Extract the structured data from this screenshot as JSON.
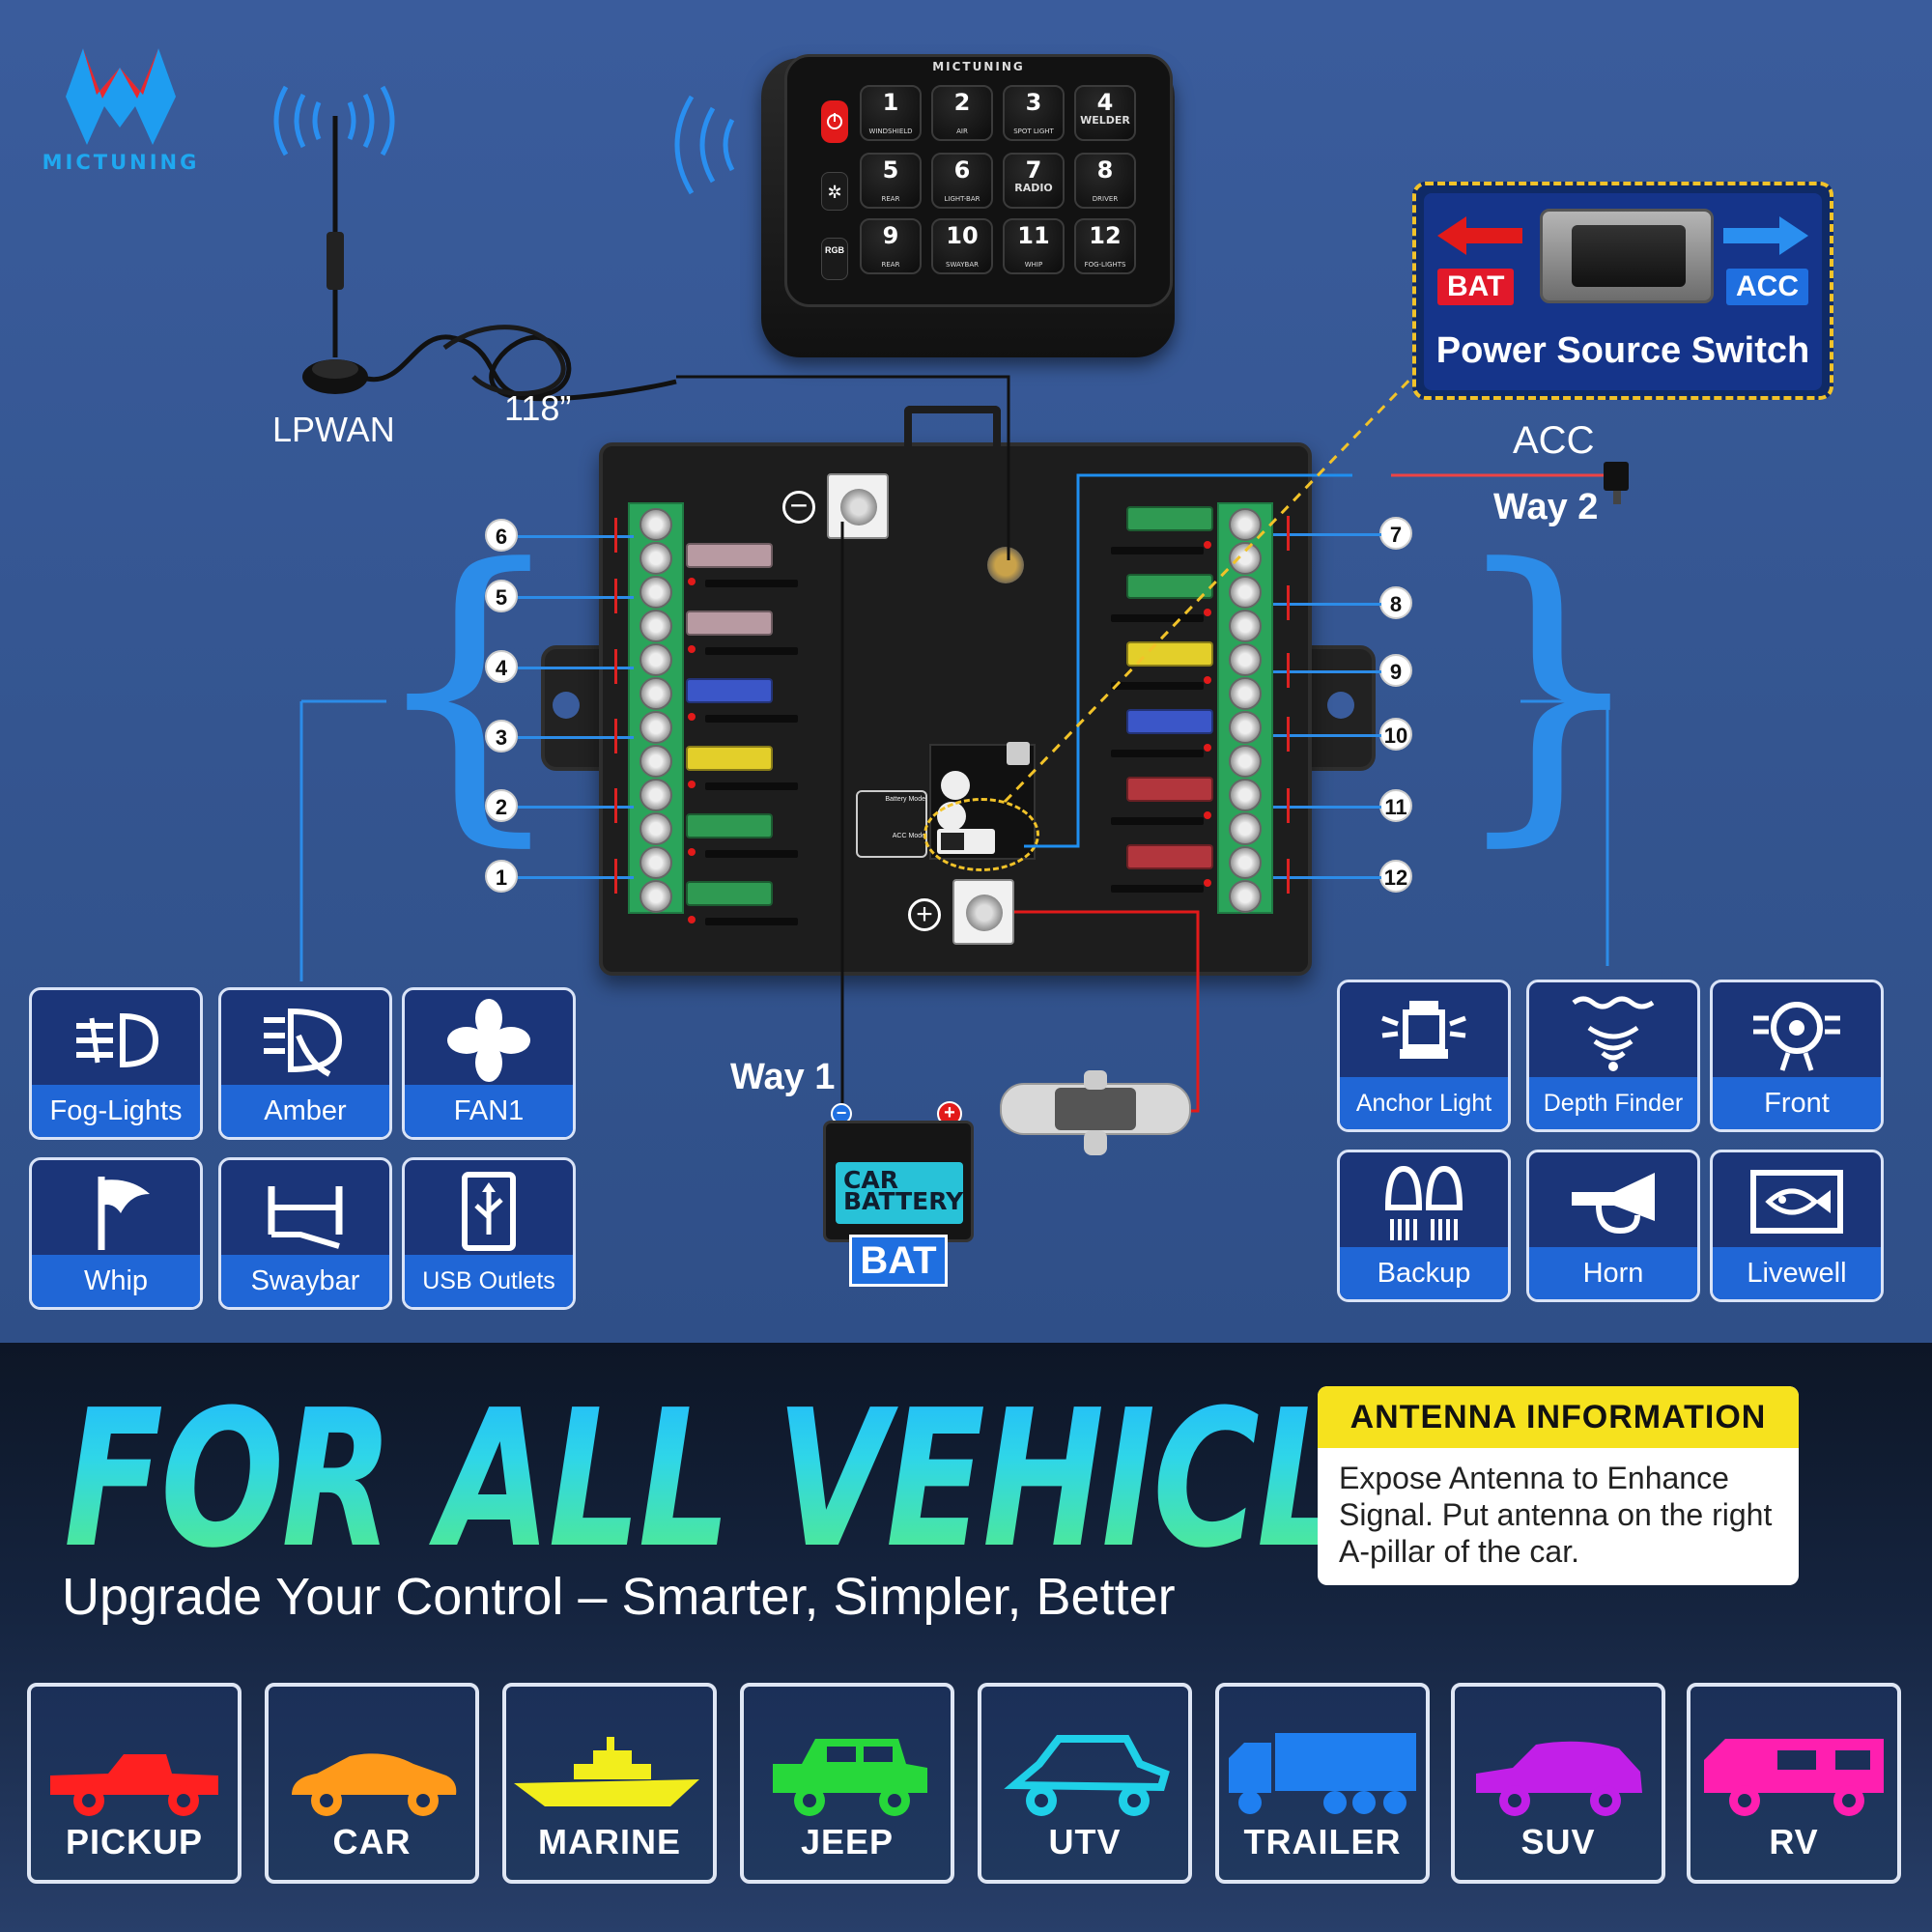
{
  "brand": {
    "logo_text": "MICTUNING",
    "remote_brand": "MICTUNING"
  },
  "remote": {
    "buttons": [
      {
        "num": "1",
        "label": "WINDSHIELD"
      },
      {
        "num": "2",
        "label": "AIR"
      },
      {
        "num": "3",
        "label": "SPOT LIGHT"
      },
      {
        "num": "4",
        "label": "WELDER"
      },
      {
        "num": "5",
        "label": "REAR"
      },
      {
        "num": "6",
        "label": "LIGHT-BAR"
      },
      {
        "num": "7",
        "label": "RADIO"
      },
      {
        "num": "8",
        "label": "DRIVER"
      },
      {
        "num": "9",
        "label": "REAR"
      },
      {
        "num": "10",
        "label": "SWAYBAR"
      },
      {
        "num": "11",
        "label": "WHIP"
      },
      {
        "num": "12",
        "label": "FOG-LIGHTS"
      }
    ],
    "side_label": "RGB"
  },
  "antenna": {
    "label": "LPWAN",
    "cable_length": "118”"
  },
  "power_switch": {
    "bat": "BAT",
    "acc": "ACC",
    "title": "Power Source Switch"
  },
  "acc_label": "ACC",
  "way2": "Way 2",
  "way1": "Way 1",
  "box_modes": {
    "battery": "Battery Mode",
    "acc": "ACC Mode"
  },
  "left_numbers": [
    "6",
    "5",
    "4",
    "3",
    "2",
    "1"
  ],
  "right_numbers": [
    "7",
    "8",
    "9",
    "10",
    "11",
    "12"
  ],
  "left_cards": [
    {
      "label": "Fog-Lights",
      "icon": "fog-lights-icon"
    },
    {
      "label": "Amber",
      "icon": "amber-light-icon"
    },
    {
      "label": "FAN1",
      "icon": "fan-icon"
    },
    {
      "label": "Whip",
      "icon": "whip-flag-icon"
    },
    {
      "label": "Swaybar",
      "icon": "swaybar-icon"
    },
    {
      "label": "USB Outlets",
      "icon": "usb-icon"
    }
  ],
  "right_cards": [
    {
      "label": "Anchor Light",
      "icon": "anchor-light-icon"
    },
    {
      "label": "Depth Finder",
      "icon": "depth-finder-icon"
    },
    {
      "label": "Front",
      "icon": "front-light-icon"
    },
    {
      "label": "Backup",
      "icon": "backup-light-icon"
    },
    {
      "label": "Horn",
      "icon": "horn-icon"
    },
    {
      "label": "Livewell",
      "icon": "livewell-icon"
    }
  ],
  "battery": {
    "label": "CAR BATTERY",
    "tag": "BAT"
  },
  "headline": "FOR ALL VEHICLES",
  "subline": "Upgrade Your Control – Smarter, Simpler, Better",
  "antenna_info": {
    "title": "ANTENNA INFORMATION",
    "body": "Expose Antenna to Enhance Signal. Put antenna on the right A-pillar of the car."
  },
  "vehicles": [
    {
      "label": "PICKUP",
      "color": "#ff2020"
    },
    {
      "label": "CAR",
      "color": "#ff9a1a"
    },
    {
      "label": "MARINE",
      "color": "#f2ee1c"
    },
    {
      "label": "JEEP",
      "color": "#27d83a"
    },
    {
      "label": "UTV",
      "color": "#1fd0e8"
    },
    {
      "label": "TRAILER",
      "color": "#1f7ff0"
    },
    {
      "label": "SUV",
      "color": "#c21fe8"
    },
    {
      "label": "RV",
      "color": "#ff1fb0"
    }
  ]
}
